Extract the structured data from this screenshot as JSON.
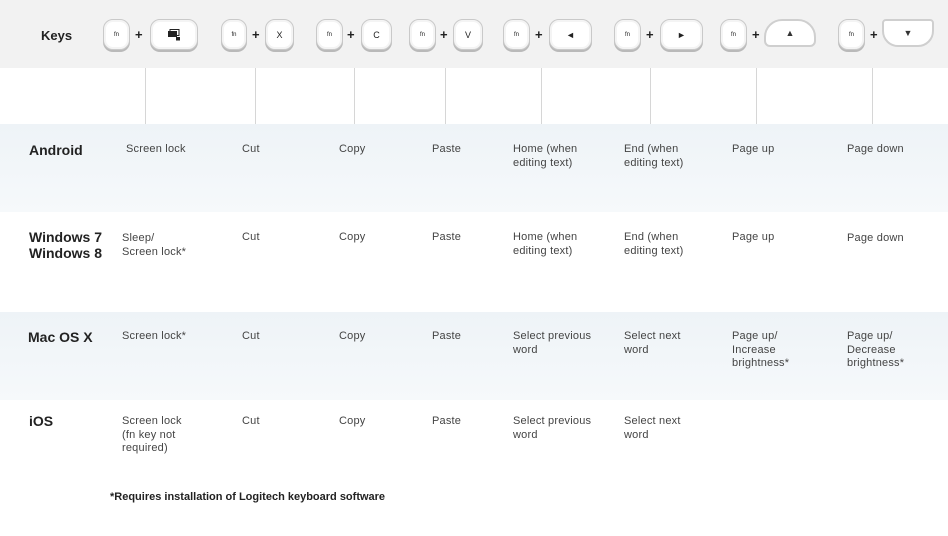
{
  "header": {
    "keys_label": "Keys"
  },
  "combos": [
    {
      "modifier": "fn",
      "plus": "+",
      "key": "🔒",
      "key_icon": "screen-lock-icon"
    },
    {
      "modifier": "fn",
      "plus": "+",
      "key": "X"
    },
    {
      "modifier": "fn",
      "plus": "+",
      "key": "C"
    },
    {
      "modifier": "fn",
      "plus": "+",
      "key": "V"
    },
    {
      "modifier": "fn",
      "plus": "+",
      "key": "◄",
      "key_icon": "arrow-left-icon"
    },
    {
      "modifier": "fn",
      "plus": "+",
      "key": "►",
      "key_icon": "arrow-right-icon"
    },
    {
      "modifier": "fn",
      "plus": "+",
      "key": "▲",
      "key_icon": "arrow-up-icon"
    },
    {
      "modifier": "fn",
      "plus": "+",
      "key": "▼",
      "key_icon": "arrow-down-icon"
    }
  ],
  "rows": [
    {
      "os": "Android",
      "cells": [
        "Screen lock",
        "Cut",
        "Copy",
        "Paste",
        "Home (when\nediting text)",
        "End (when\nediting text)",
        "Page up",
        "Page down"
      ]
    },
    {
      "os": "Windows 7\nWindows 8",
      "cells": [
        "Sleep/\nScreen lock*",
        "Cut",
        "Copy",
        "Paste",
        "Home (when\nediting text)",
        "End (when\nediting text)",
        "Page up",
        "Page down"
      ]
    },
    {
      "os": "Mac OS X",
      "cells": [
        "Screen lock*",
        "Cut",
        "Copy",
        "Paste",
        "Select previous\nword",
        "Select next\nword",
        "Page up/\nIncrease\nbrightness*",
        "Page up/\nDecrease\nbrightness*"
      ]
    },
    {
      "os": "iOS",
      "cells": [
        "Screen lock\n(fn key not\nrequired)",
        "Cut",
        "Copy",
        "Paste",
        "Select previous\nword",
        "Select next\nword",
        "",
        ""
      ]
    }
  ],
  "footnote": "*Requires installation of Logitech keyboard software"
}
